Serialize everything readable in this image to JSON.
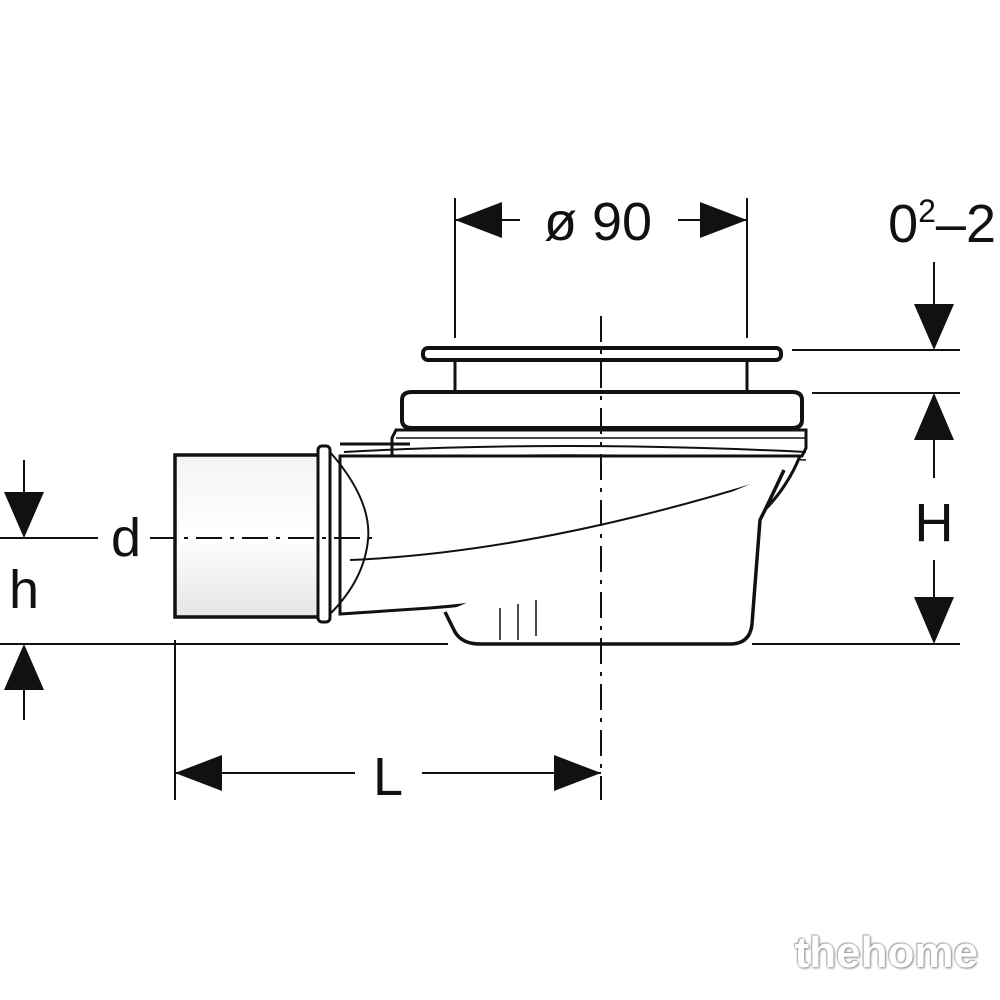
{
  "labels": {
    "diameter": "ø 90",
    "seal_range_base": "0",
    "seal_range_sup": "2",
    "seal_range_tail": "–2",
    "height": "H",
    "outlet_diameter": "d",
    "outlet_height": "h",
    "length": "L"
  },
  "watermark": "thehome",
  "colors": {
    "line": "#111111",
    "body_fill": "#ffffff",
    "shade": "#d8d8d8"
  }
}
